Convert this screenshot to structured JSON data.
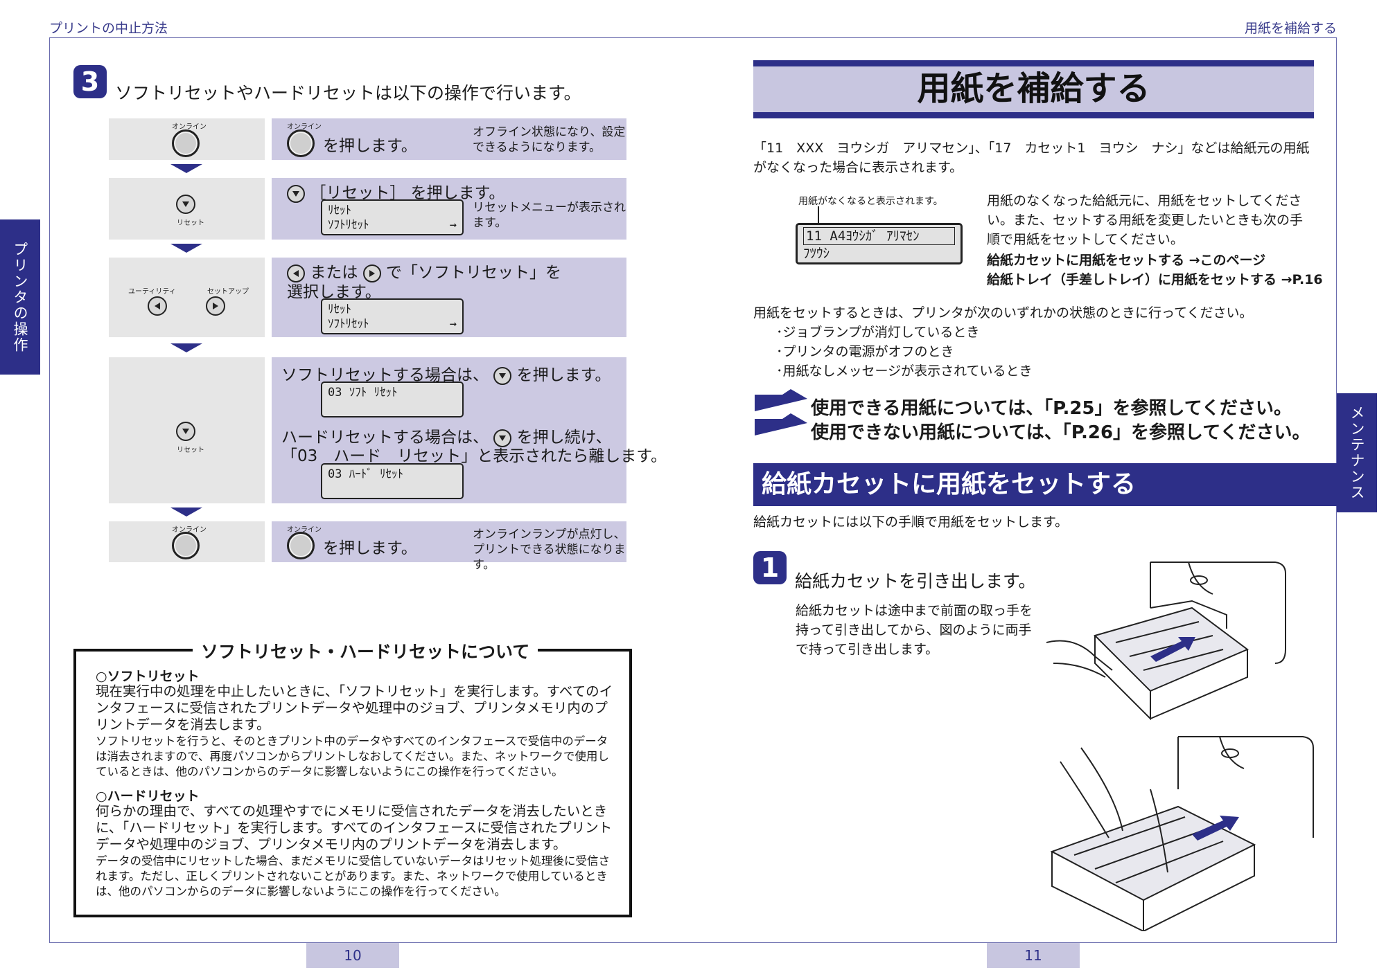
{
  "header": {
    "left": "プリントの中止方法",
    "right": "用紙を補給する"
  },
  "side_tabs": {
    "left": "プリンタの操作",
    "right": "メンテナンス"
  },
  "page_numbers": {
    "left": "10",
    "right": "11"
  },
  "left_page": {
    "step3": {
      "number": "3",
      "heading": "ソフトリセットやハードリセットは以下の操作で行います。"
    },
    "row1": {
      "button_label": "オンライン",
      "inline_label": "オンライン",
      "action": "を押します。",
      "note": "オフライン状態になり、設定できるようになります。"
    },
    "row2": {
      "button_label": "リセット",
      "action": "［リセット］ を押します。",
      "lcd": {
        "line1": "ﾘｾｯﾄ",
        "line2": "ｿﾌﾄﾘｾｯﾄ",
        "arrow": "→"
      },
      "note": "リセットメニューが表示されます。"
    },
    "row3": {
      "left_label": "ユーティリティ",
      "right_label": "セットアップ",
      "text_a": "または",
      "text_b": "で「ソフトリセット」を",
      "text_c": "選択します。",
      "lcd": {
        "line1": "ﾘｾｯﾄ",
        "line2": "ｿﾌﾄﾘｾｯﾄ",
        "arrow": "→"
      }
    },
    "row4": {
      "button_label": "リセット",
      "soft_a": "ソフトリセットする場合は、",
      "soft_b": "を押します。",
      "lcd_soft": "03 ｿﾌﾄ ﾘｾｯﾄ",
      "hard_a": "ハードリセットする場合は、",
      "hard_b": "を押し続け、",
      "hard_c": "「03　ハード　リセット」と表示されたら離します。",
      "lcd_hard": "03 ﾊｰﾄﾞ ﾘｾｯﾄ"
    },
    "row5": {
      "button_label": "オンライン",
      "inline_label": "オンライン",
      "action": "を押します。",
      "note": "オンラインランプが点灯し、プリントできる状態になります。"
    },
    "infobox": {
      "title": "ソフトリセット・ハードリセットについて",
      "soft_heading": "○ソフトリセット",
      "soft_body": "現在実行中の処理を中止したいときに、「ソフトリセット」を実行します。すべてのインタフェースに受信されたプリントデータや処理中のジョブ、プリンタメモリ内のプリントデータを消去します。",
      "soft_note": "ソフトリセットを行うと、そのときプリント中のデータやすべてのインタフェースで受信中のデータは消去されますので、再度パソコンからプリントしなおしてください。また、ネットワークで使用しているときは、他のパソコンからのデータに影響しないようにこの操作を行ってください。",
      "hard_heading": "○ハードリセット",
      "hard_body": "何らかの理由で、すべての処理やすでにメモリに受信されたデータを消去したいときに、「ハードリセット」を実行します。すべてのインタフェースに受信されたプリントデータや処理中のジョブ、プリンタメモリ内のプリントデータを消去します。",
      "hard_note": "データの受信中にリセットした場合、まだメモリに受信していないデータはリセット処理後に受信されます。ただし、正しくプリントされないことがあります。また、ネットワークで使用しているときは、他のパソコンからのデータに影響しないようにこの操作を行ってください。"
    }
  },
  "right_page": {
    "title": "用紙を補給する",
    "intro": "「11　XXX　ヨウシガ　アリマセン」、「17　カセット1　ヨウシ　ナシ」などは給紙元の用紙がなくなった場合に表示されます。",
    "lcd_caption": "用紙がなくなると表示されます。",
    "lcd": {
      "line1": "11 A4ﾖｳｼｶﾞ ｱﾘﾏｾﾝ",
      "line2": "ﾌﾂｳｼ"
    },
    "side_text": "用紙のなくなった給紙元に、用紙をセットしてください。また、セットする用紙を変更したいときも次の手順で用紙をセットしてください。",
    "link1": "給紙カセットに用紙をセットする →このページ",
    "link2": "給紙トレイ（手差しトレイ）に用紙をセットする →P.16",
    "conditions_intro": "用紙をセットするときは、プリンタが次のいずれかの状態のときに行ってください。",
    "conditions": [
      "･ジョブランプが消灯しているとき",
      "･プリンタの電源がオフのとき",
      "･用紙なしメッセージが表示されているとき"
    ],
    "callout1": "使用できる用紙については、「P.25」を参照してください。",
    "callout2": "使用できない用紙については、「P.26」を参照してください。",
    "section_title": "給紙カセットに用紙をセットする",
    "section_intro": "給紙カセットには以下の手順で用紙をセットします。",
    "step1": {
      "number": "1",
      "heading": "給紙カセットを引き出します。",
      "body": "給紙カセットは途中まで前面の取っ手を持って引き出してから、図のように両手で持って引き出します。"
    }
  },
  "colors": {
    "brand": "#2d2f88",
    "lavender": "#c8c6e0",
    "gray_panel": "#e6e6e6"
  }
}
